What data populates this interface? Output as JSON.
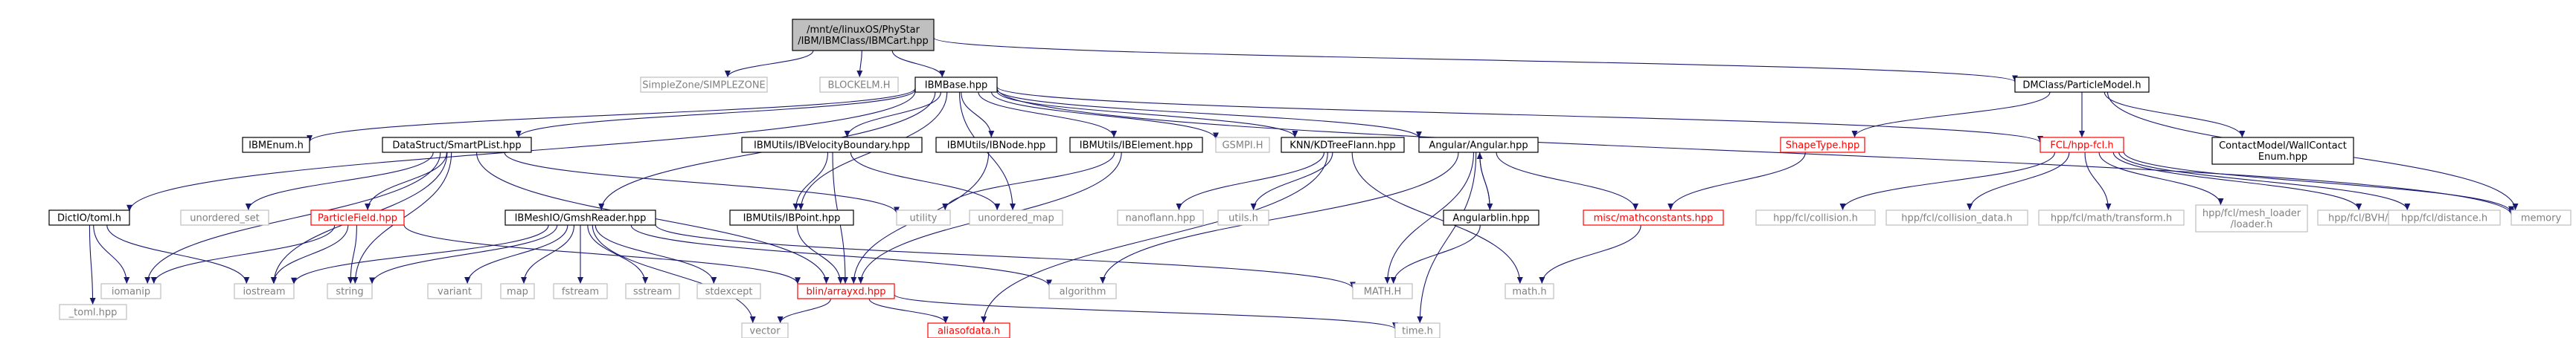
{
  "colors": {
    "edge": "#191970",
    "root_fill": "#bfbfbf",
    "normal_border": "#000000",
    "normal_text": "#000000",
    "external_border": "#bfbfbf",
    "external_text": "#808080",
    "red_border": "#ff0000",
    "red_text": "#ff0000"
  },
  "nodes": [
    {
      "id": "root",
      "label": "/mnt/e/linuxOS/PhyStar\n/IBM/IBMClass/IBMCart.hpp",
      "style": "root"
    },
    {
      "id": "simplezone",
      "label": "SimpleZone/SIMPLEZONE",
      "style": "external"
    },
    {
      "id": "blockelm",
      "label": "BLOCKELM.H",
      "style": "external"
    },
    {
      "id": "ibmbase",
      "label": "IBMBase.hpp",
      "style": "normal"
    },
    {
      "id": "particlemodel",
      "label": "DMClass/ParticleModel.h",
      "style": "normal"
    },
    {
      "id": "ibmenum",
      "label": "IBMEnum.h",
      "style": "normal"
    },
    {
      "id": "smartplist",
      "label": "DataStruct/SmartPList.hpp",
      "style": "normal"
    },
    {
      "id": "ibmvel",
      "label": "IBMUtils/IBVelocityBoundary.hpp",
      "style": "normal"
    },
    {
      "id": "ibnode",
      "label": "IBMUtils/IBNode.hpp",
      "style": "normal"
    },
    {
      "id": "ibelement",
      "label": "IBMUtils/IBElement.hpp",
      "style": "normal"
    },
    {
      "id": "gsmph",
      "label": "GSMPI.H",
      "style": "external"
    },
    {
      "id": "kdtree",
      "label": "KNN/KDTreeFlann.hpp",
      "style": "normal"
    },
    {
      "id": "angular",
      "label": "Angular/Angular.hpp",
      "style": "normal"
    },
    {
      "id": "shapetype",
      "label": "ShapeType.hpp",
      "style": "red"
    },
    {
      "id": "hppfcl",
      "label": "FCL/hpp-fcl.h",
      "style": "red"
    },
    {
      "id": "wallcontact",
      "label": "ContactModel/WallContact\nEnum.hpp",
      "style": "normal"
    },
    {
      "id": "dicttoml",
      "label": "DictIO/toml.h",
      "style": "normal"
    },
    {
      "id": "particlefield",
      "label": "ParticleField.hpp",
      "style": "red"
    },
    {
      "id": "unorderedset",
      "label": "unordered_set",
      "style": "external"
    },
    {
      "id": "gmshreader",
      "label": "IBMeshIO/GmshReader.hpp",
      "style": "normal"
    },
    {
      "id": "ibpoint",
      "label": "IBMUtils/IBPoint.hpp",
      "style": "normal"
    },
    {
      "id": "utility",
      "label": "utility",
      "style": "external"
    },
    {
      "id": "unorderedmap",
      "label": "unordered_map",
      "style": "external"
    },
    {
      "id": "nanoflann",
      "label": "nanoflann.hpp",
      "style": "external"
    },
    {
      "id": "utilsh",
      "label": "utils.h",
      "style": "external"
    },
    {
      "id": "angularblin",
      "label": "Angularblin.hpp",
      "style": "normal"
    },
    {
      "id": "mathconst",
      "label": "misc/mathconstants.hpp",
      "style": "red"
    },
    {
      "id": "hppcollision",
      "label": "hpp/fcl/collision.h",
      "style": "external"
    },
    {
      "id": "hppcollisiondata",
      "label": "hpp/fcl/collision_data.h",
      "style": "external"
    },
    {
      "id": "hppmath",
      "label": "hpp/fcl/math/transform.h",
      "style": "external"
    },
    {
      "id": "hppmeshloader",
      "label": "hpp/fcl/mesh_loader\n/loader.h",
      "style": "external"
    },
    {
      "id": "hppbvh",
      "label": "hpp/fcl/BVH/BVH_model.h",
      "style": "external"
    },
    {
      "id": "hppdistance",
      "label": "hpp/fcl/distance.h",
      "style": "external"
    },
    {
      "id": "memory",
      "label": "memory",
      "style": "external"
    },
    {
      "id": "tomlhpp",
      "label": "_toml.hpp",
      "style": "external"
    },
    {
      "id": "iomanip",
      "label": "iomanip",
      "style": "external"
    },
    {
      "id": "iostream",
      "label": "iostream",
      "style": "external"
    },
    {
      "id": "string",
      "label": "string",
      "style": "external"
    },
    {
      "id": "variant",
      "label": "variant",
      "style": "external"
    },
    {
      "id": "map",
      "label": "map",
      "style": "external"
    },
    {
      "id": "fstream",
      "label": "fstream",
      "style": "external"
    },
    {
      "id": "sstream",
      "label": "sstream",
      "style": "external"
    },
    {
      "id": "stdexcept",
      "label": "stdexcept",
      "style": "external"
    },
    {
      "id": "arrayxd",
      "label": "blin/arrayxd.hpp",
      "style": "red"
    },
    {
      "id": "algorithm",
      "label": "algorithm",
      "style": "external"
    },
    {
      "id": "mathH",
      "label": "MATH.H",
      "style": "external"
    },
    {
      "id": "mathh",
      "label": "math.h",
      "style": "external"
    },
    {
      "id": "vector",
      "label": "vector",
      "style": "external"
    },
    {
      "id": "aliasofdata",
      "label": "aliasofdata.h",
      "style": "red"
    },
    {
      "id": "timeh",
      "label": "time.h",
      "style": "external"
    }
  ],
  "edges": [
    [
      "root",
      "simplezone"
    ],
    [
      "root",
      "blockelm"
    ],
    [
      "root",
      "ibmbase"
    ],
    [
      "root",
      "particlemodel"
    ],
    [
      "ibmbase",
      "ibmenum"
    ],
    [
      "ibmbase",
      "smartplist"
    ],
    [
      "ibmbase",
      "ibmvel"
    ],
    [
      "ibmbase",
      "ibnode"
    ],
    [
      "ibmbase",
      "ibelement"
    ],
    [
      "ibmbase",
      "gsmph"
    ],
    [
      "ibmbase",
      "kdtree"
    ],
    [
      "ibmbase",
      "angular"
    ],
    [
      "ibmbase",
      "hppfcl"
    ],
    [
      "ibmbase",
      "dicttoml"
    ],
    [
      "ibmbase",
      "gmshreader"
    ],
    [
      "ibmbase",
      "ibpoint"
    ],
    [
      "ibmbase",
      "unorderedmap"
    ],
    [
      "ibmbase",
      "memory"
    ],
    [
      "particlemodel",
      "shapetype"
    ],
    [
      "particlemodel",
      "hppfcl"
    ],
    [
      "particlemodel",
      "wallcontact"
    ],
    [
      "particlemodel",
      "memory"
    ],
    [
      "smartplist",
      "particlefield"
    ],
    [
      "smartplist",
      "unorderedset"
    ],
    [
      "smartplist",
      "utility"
    ],
    [
      "smartplist",
      "iomanip"
    ],
    [
      "smartplist",
      "iostream"
    ],
    [
      "smartplist",
      "string"
    ],
    [
      "smartplist",
      "arrayxd"
    ],
    [
      "ibmvel",
      "ibpoint"
    ],
    [
      "ibmvel",
      "unorderedmap"
    ],
    [
      "ibmvel",
      "arrayxd"
    ],
    [
      "ibnode",
      "arrayxd"
    ],
    [
      "ibelement",
      "arrayxd"
    ],
    [
      "ibelement",
      "utility"
    ],
    [
      "kdtree",
      "nanoflann"
    ],
    [
      "kdtree",
      "utilsh"
    ],
    [
      "kdtree",
      "mathh"
    ],
    [
      "kdtree",
      "aliasofdata"
    ],
    [
      "angular",
      "angularblin"
    ],
    [
      "angular",
      "mathconst"
    ],
    [
      "angular",
      "mathH"
    ],
    [
      "angular",
      "algorithm"
    ],
    [
      "angular",
      "timeh"
    ],
    [
      "angularblin",
      "angular"
    ],
    [
      "angularblin",
      "mathH"
    ],
    [
      "shapetype",
      "mathconst"
    ],
    [
      "mathconst",
      "mathh"
    ],
    [
      "hppfcl",
      "hppcollision"
    ],
    [
      "hppfcl",
      "hppcollisiondata"
    ],
    [
      "hppfcl",
      "hppmath"
    ],
    [
      "hppfcl",
      "hppmeshloader"
    ],
    [
      "hppfcl",
      "hppbvh"
    ],
    [
      "hppfcl",
      "hppdistance"
    ],
    [
      "hppfcl",
      "memory"
    ],
    [
      "dicttoml",
      "tomlhpp"
    ],
    [
      "dicttoml",
      "iomanip"
    ],
    [
      "dicttoml",
      "iostream"
    ],
    [
      "particlefield",
      "iostream"
    ],
    [
      "particlefield",
      "string"
    ],
    [
      "particlefield",
      "iomanip"
    ],
    [
      "particlefield",
      "arrayxd"
    ],
    [
      "gmshreader",
      "iostream"
    ],
    [
      "gmshreader",
      "string"
    ],
    [
      "gmshreader",
      "variant"
    ],
    [
      "gmshreader",
      "map"
    ],
    [
      "gmshreader",
      "fstream"
    ],
    [
      "gmshreader",
      "sstream"
    ],
    [
      "gmshreader",
      "stdexcept"
    ],
    [
      "gmshreader",
      "vector"
    ],
    [
      "gmshreader",
      "algorithm"
    ],
    [
      "gmshreader",
      "mathH"
    ],
    [
      "ibpoint",
      "arrayxd"
    ],
    [
      "arrayxd",
      "vector"
    ],
    [
      "arrayxd",
      "aliasofdata"
    ],
    [
      "arrayxd",
      "timeh"
    ]
  ]
}
